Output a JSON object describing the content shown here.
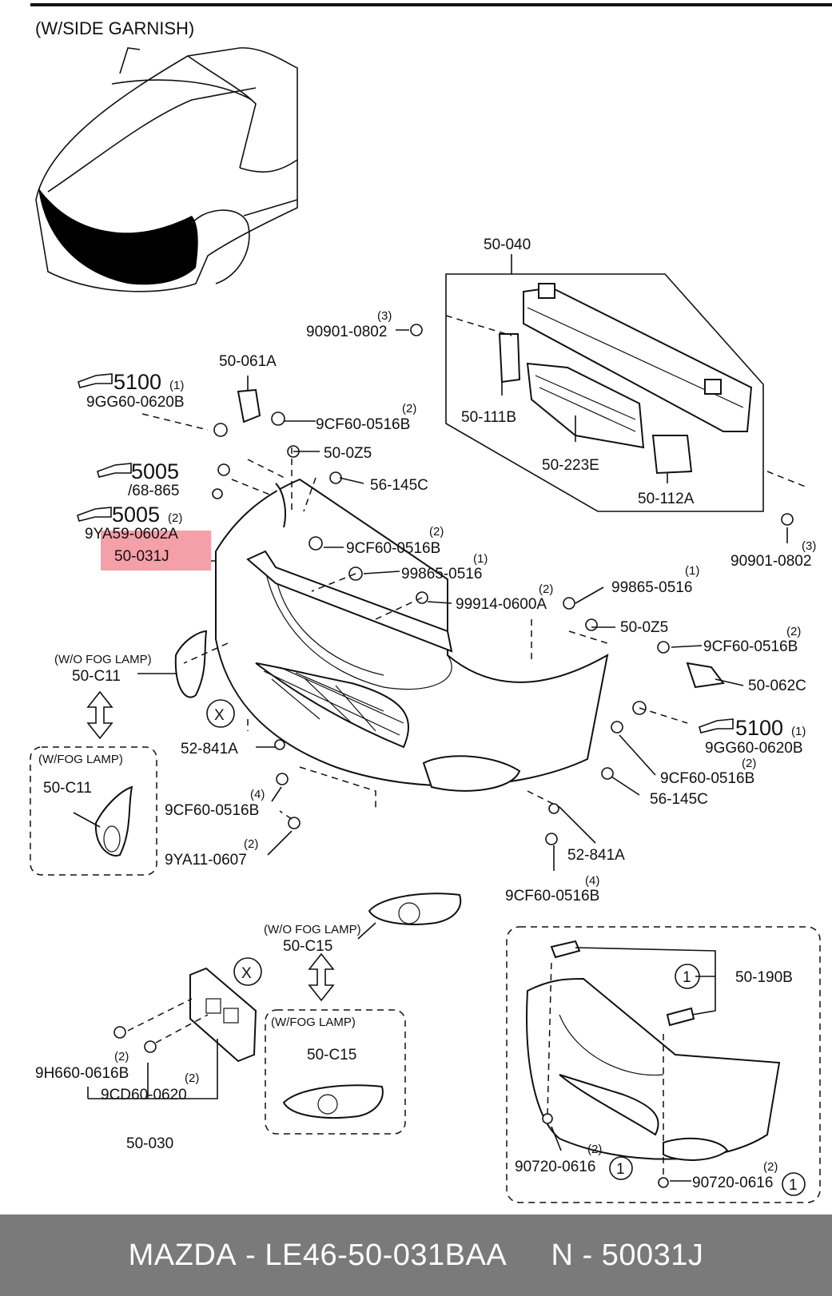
{
  "diagram": {
    "header_label": "(W/SIDE GARNISH)",
    "labels": {
      "p50_040": "50-040",
      "p90901_top": "90901-0802",
      "p90901_top_qty": "(3)",
      "p50_111B": "50-111B",
      "p50_223E": "50-223E",
      "p50_112A": "50-112A",
      "p90901_right": "90901-0802",
      "p90901_right_qty": "(3)",
      "p50_061A": "50-061A",
      "ref5100_left": "5100",
      "ref5100_left_qty": "(1)",
      "p9GG60_left": "9GG60-0620B",
      "p9CF60_a": "9CF60-0516B",
      "p9CF60_a_qty": "(2)",
      "p50_0Z5_left": "50-0Z5",
      "ref5005_a": "5005",
      "ref5005_a_sub": "/68-865",
      "p56_145C_top": "56-145C",
      "ref5005_b": "5005",
      "ref5005_b_qty": "(2)",
      "p9YA59": "9YA59-0602A",
      "p50_031J": "50-031J",
      "p9CF60_b": "9CF60-0516B",
      "p9CF60_b_qty": "(2)",
      "p99865_a": "99865-0516",
      "p99865_a_qty": "(1)",
      "p99914": "99914-0600A",
      "p99914_qty": "(2)",
      "p99865_b": "99865-0516",
      "p99865_b_qty": "(1)",
      "wo_fog_a": "(W/O FOG LAMP)",
      "p50_C11_a": "50-C11",
      "p50_0Z5_right": "50-0Z5",
      "p9CF60_c": "9CF60-0516B",
      "p9CF60_c_qty": "(2)",
      "p50_062C": "50-062C",
      "x_mark_a": "X",
      "w_fog_a": "(W/FOG LAMP)",
      "p50_C11_b": "50-C11",
      "p52_841A_left": "52-841A",
      "ref5100_right": "5100",
      "ref5100_right_qty": "(1)",
      "p9GG60_right": "9GG60-0620B",
      "p9CF60_d": "9CF60-0516B",
      "p9CF60_d_qty": "(2)",
      "p9CF60_e": "9CF60-0516B",
      "p9CF60_e_qty": "(4)",
      "p56_145C_right": "56-145C",
      "p9YA11": "9YA11-0607",
      "p9YA11_qty": "(2)",
      "p52_841A_right": "52-841A",
      "p9CF60_f": "9CF60-0516B",
      "p9CF60_f_qty": "(4)",
      "wo_fog_b": "(W/O FOG LAMP)",
      "p50_C15_a": "50-C15",
      "x_mark_b": "X",
      "w_fog_b": "(W/FOG LAMP)",
      "p50_C15_b": "50-C15",
      "p9H660": "9H660-0616B",
      "p9H660_qty": "(2)",
      "p9CD60": "9CD60-0620",
      "p9CD60_qty": "(2)",
      "p50_030": "50-030",
      "circle_1_a": "1",
      "p50_190B": "50-190B",
      "p90720_a": "90720-0616",
      "p90720_a_qty": "(2)",
      "circle_1_b": "1",
      "p90720_b": "90720-0616",
      "p90720_b_qty": "(2)",
      "circle_1_c": "1"
    },
    "highlight_color": "#f4a0a8"
  },
  "footer": {
    "brand": "MAZDA",
    "part_number": "LE46-50-031BAA",
    "ref": "N - 50031J"
  }
}
